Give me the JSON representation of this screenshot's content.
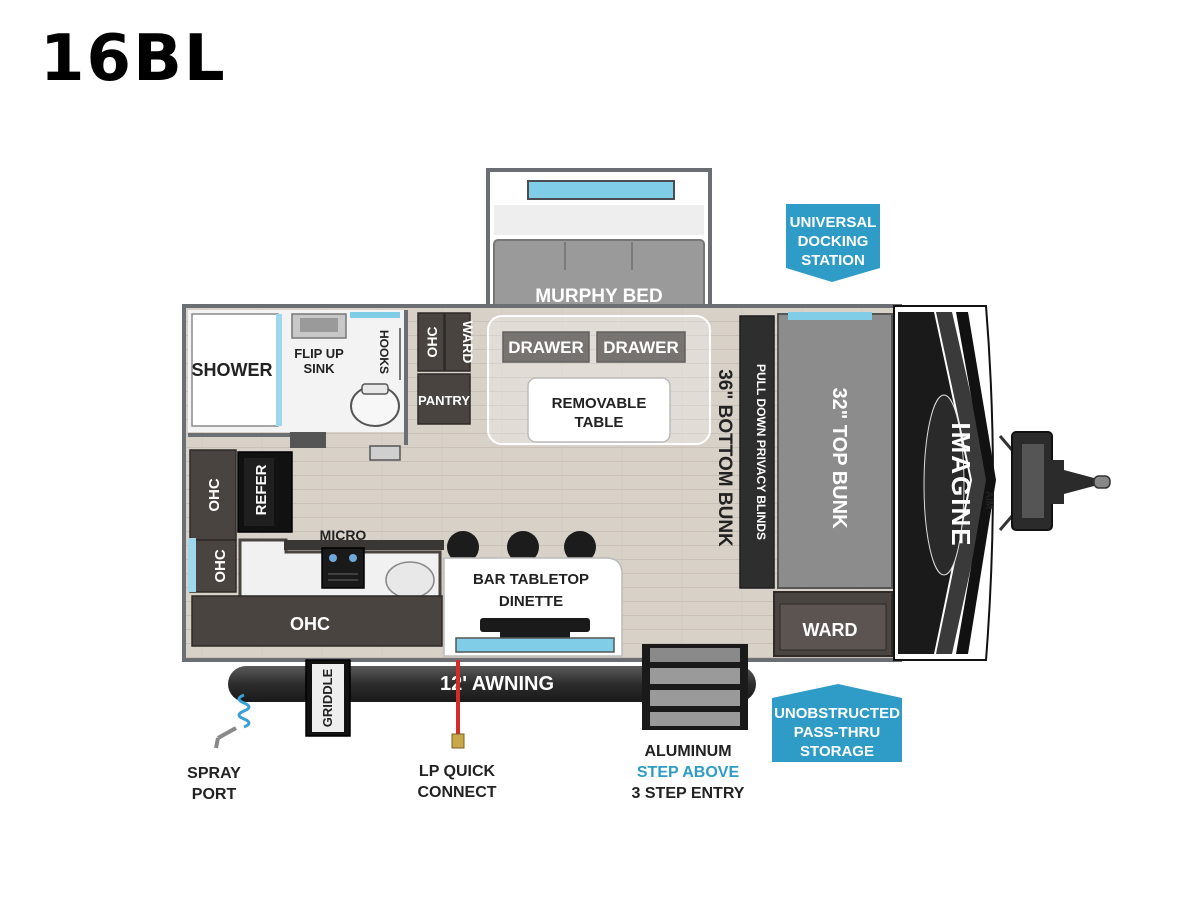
{
  "model": "16BL",
  "labels": {
    "shower": "SHOWER",
    "flip_up_sink_line1": "FLIP UP",
    "flip_up_sink_line2": "SINK",
    "hooks": "HOOKS",
    "ohc": "OHC",
    "ward": "WARD",
    "pantry": "PANTRY",
    "murphy_bed": "MURPHY BED",
    "drawer": "DRAWER",
    "removable_table_line1": "REMOVABLE",
    "removable_table_line2": "TABLE",
    "bottom_bunk": "36\" BOTTOM BUNK",
    "privacy_blinds": "PULL DOWN PRIVACY BLINDS",
    "top_bunk": "32\" TOP BUNK",
    "refer": "REFER",
    "micro": "MICRO",
    "bar_tabletop_line1": "BAR TABLETOP",
    "bar_tabletop_line2": "DINETTE",
    "awning": "12' AWNING",
    "griddle": "GRIDDLE",
    "spray_port_line1": "SPRAY",
    "spray_port_line2": "PORT",
    "lp_quick_line1": "LP QUICK",
    "lp_quick_line2": "CONNECT",
    "entry_line1": "ALUMINUM",
    "entry_line2": "STEP ABOVE",
    "entry_line3": "3 STEP ENTRY",
    "docking_line1": "UNIVERSAL",
    "docking_line2": "DOCKING",
    "docking_line3": "STATION",
    "storage_line1": "UNOBSTRUCTED",
    "storage_line2": "PASS-THRU",
    "storage_line3": "STORAGE",
    "brand": "IMAGINE",
    "brand_sub": "AIM"
  },
  "colors": {
    "callout": "#2e9cc7",
    "floor": "#d6cfc6",
    "cabinet": "#4a4440",
    "counter": "#3a3633",
    "wall": "#6b6f74",
    "mattress": "#8c8c8c"
  }
}
